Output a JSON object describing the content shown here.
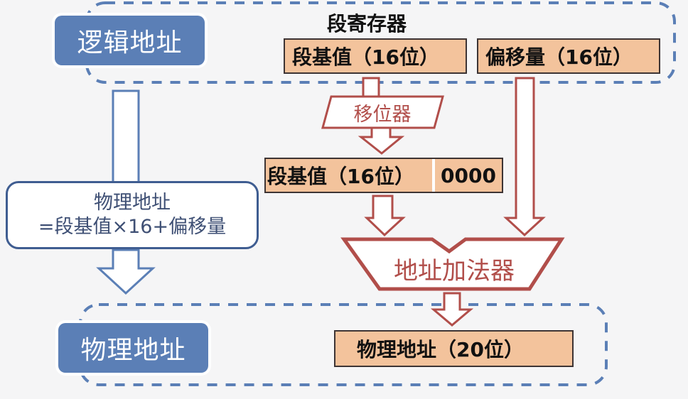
{
  "logical_address": {
    "label": "逻辑地址"
  },
  "segment_register": {
    "title": "段寄存器",
    "segment_base": "段基值（16位）",
    "offset": "偏移量（16位）"
  },
  "shifter": {
    "label": "移位器"
  },
  "shifted_base": {
    "value": "段基值（16位）",
    "suffix": "0000"
  },
  "adder": {
    "label": "地址加法器"
  },
  "formula": {
    "line1": "物理地址",
    "line2": "=段基值×16+偏移量"
  },
  "physical_address": {
    "label": "物理地址",
    "result": "物理地址（20位）"
  },
  "colors": {
    "blue": "#5b7fb6",
    "dark_blue": "#3f5d91",
    "red": "#b14e4a",
    "orange_fill": "#f3c39c",
    "background": "#f5f5f6"
  }
}
